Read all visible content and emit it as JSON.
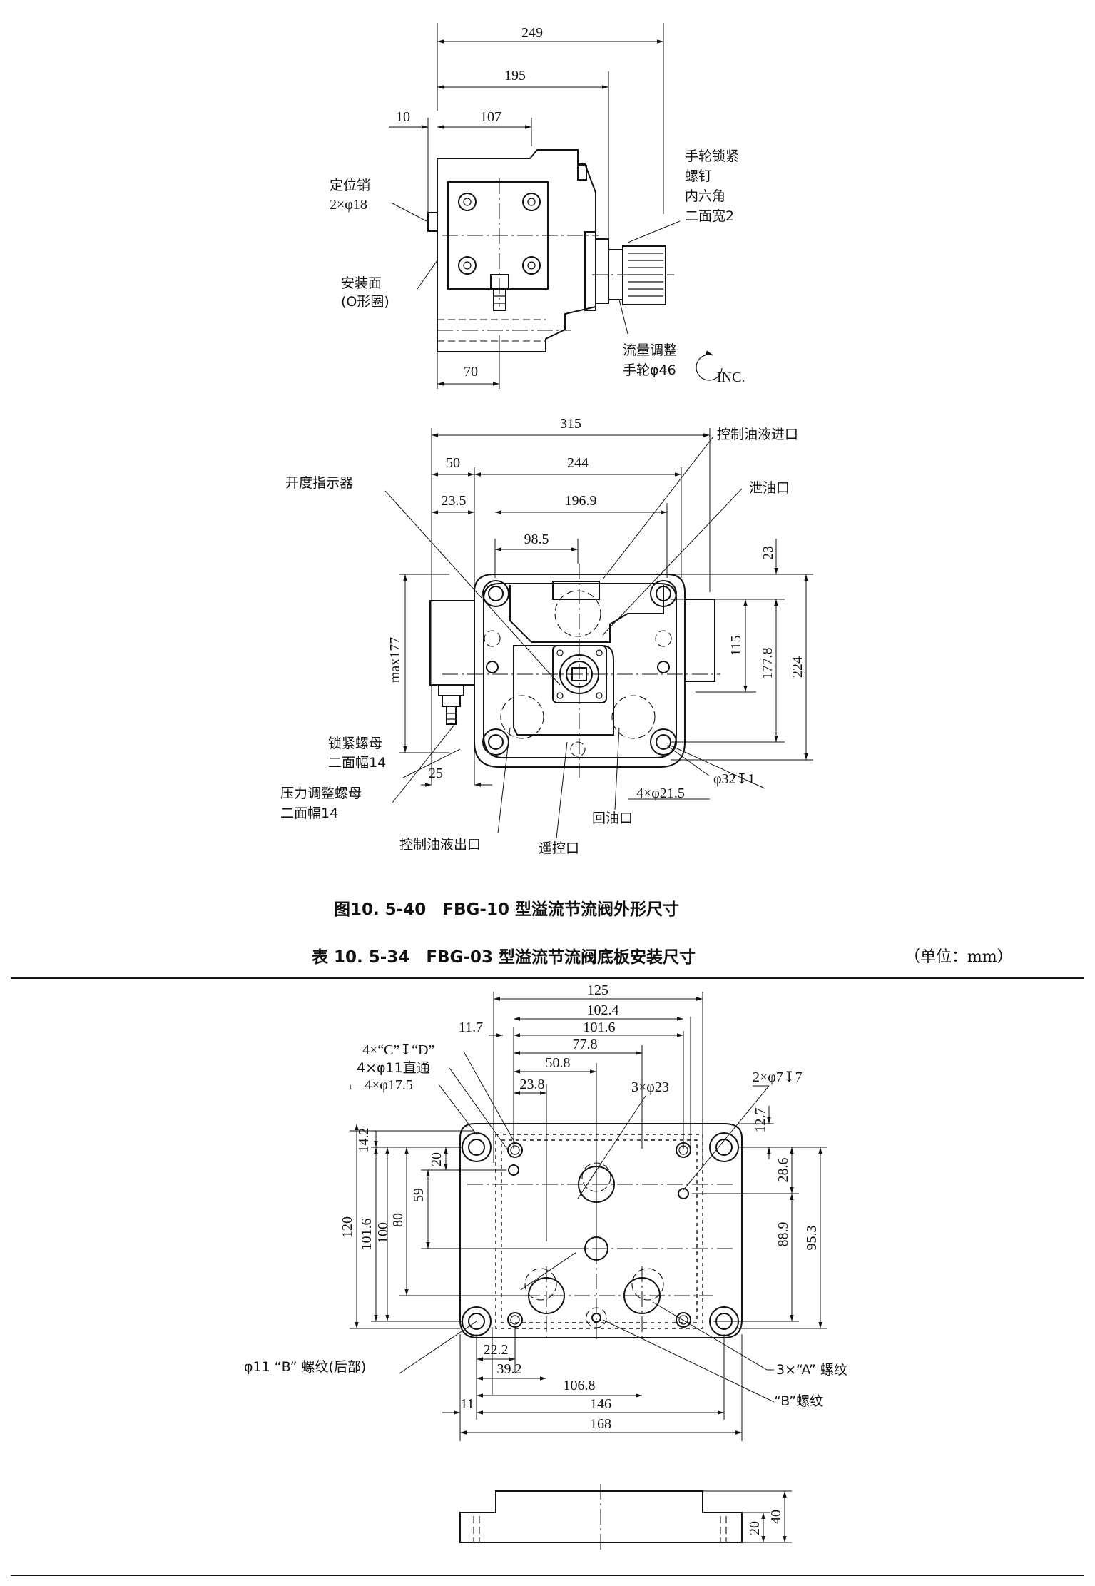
{
  "figure1": {
    "dims": {
      "d249": "249",
      "d195": "195",
      "d10": "10",
      "d107": "107",
      "d70": "70"
    },
    "labels": {
      "locating_pin_1": "定位销",
      "locating_pin_2": "2×φ18",
      "mount_face_1": "安装面",
      "mount_face_2": "(O形圈)",
      "lock_screw_1": "手轮锁紧",
      "lock_screw_2": "螺钉",
      "lock_screw_3": "内六角",
      "lock_screw_4": "二面宽2",
      "flow_wheel_1": "流量调整",
      "flow_wheel_2": "手轮φ46",
      "inc": "INC."
    }
  },
  "figure2": {
    "dims": {
      "d315": "315",
      "d50": "50",
      "d244": "244",
      "d23_5": "23.5",
      "d196_9": "196.9",
      "d98_5": "98.5",
      "d23": "23",
      "max177": "max177",
      "d115": "115",
      "d177_8": "177.8",
      "d224": "224",
      "d25": "25",
      "phi32": "φ32↧1",
      "holes": "4×φ21.5"
    },
    "labels": {
      "opening_indicator": "开度指示器",
      "ctrl_in": "控制油液进口",
      "drain": "泄油口",
      "lock_nut_1": "锁紧螺母",
      "lock_nut_2": "二面幅14",
      "pressure_nut_1": "压力调整螺母",
      "pressure_nut_2": "二面幅14",
      "ctrl_out": "控制油液出口",
      "remote": "遥控口",
      "return": "回油口"
    }
  },
  "caption": "图10. 5-40　FBG-10 型溢流节流阀外形尺寸",
  "table_title": "表 10. 5-34　FBG-03 型溢流节流阀底板安装尺寸",
  "unit": "（单位：mm）",
  "figure3": {
    "dims": {
      "d125": "125",
      "d102_4": "102.4",
      "d101_6": "101.6",
      "d11_7": "11.7",
      "d77_8": "77.8",
      "d50_8": "50.8",
      "d23_8": "23.8",
      "d3x23": "3×φ23",
      "d2x7": "2×φ7↧7",
      "d12_7": "12.7",
      "d28_6": "28.6",
      "d88_9": "88.9",
      "d95_3": "95.3",
      "d14_2": "14.2",
      "d20": "20",
      "d59": "59",
      "d80": "80",
      "d100": "100",
      "d101_6v": "101.6",
      "d120": "120",
      "d22_2": "22.2",
      "d39_2": "39.2",
      "d106_8": "106.8",
      "d11": "11",
      "d146": "146",
      "d168": "168",
      "d40": "40",
      "d20b": "20"
    },
    "labels": {
      "holes_c": "4×“C”↧“D”",
      "holes_11": "4×φ11直通",
      "holes_17": "⌴ 4×φ17.5",
      "b_thread_back": "φ11 “B” 螺纹(后部)",
      "a_thread": "3×“A” 螺纹",
      "b_thread": "“B”螺纹"
    }
  }
}
